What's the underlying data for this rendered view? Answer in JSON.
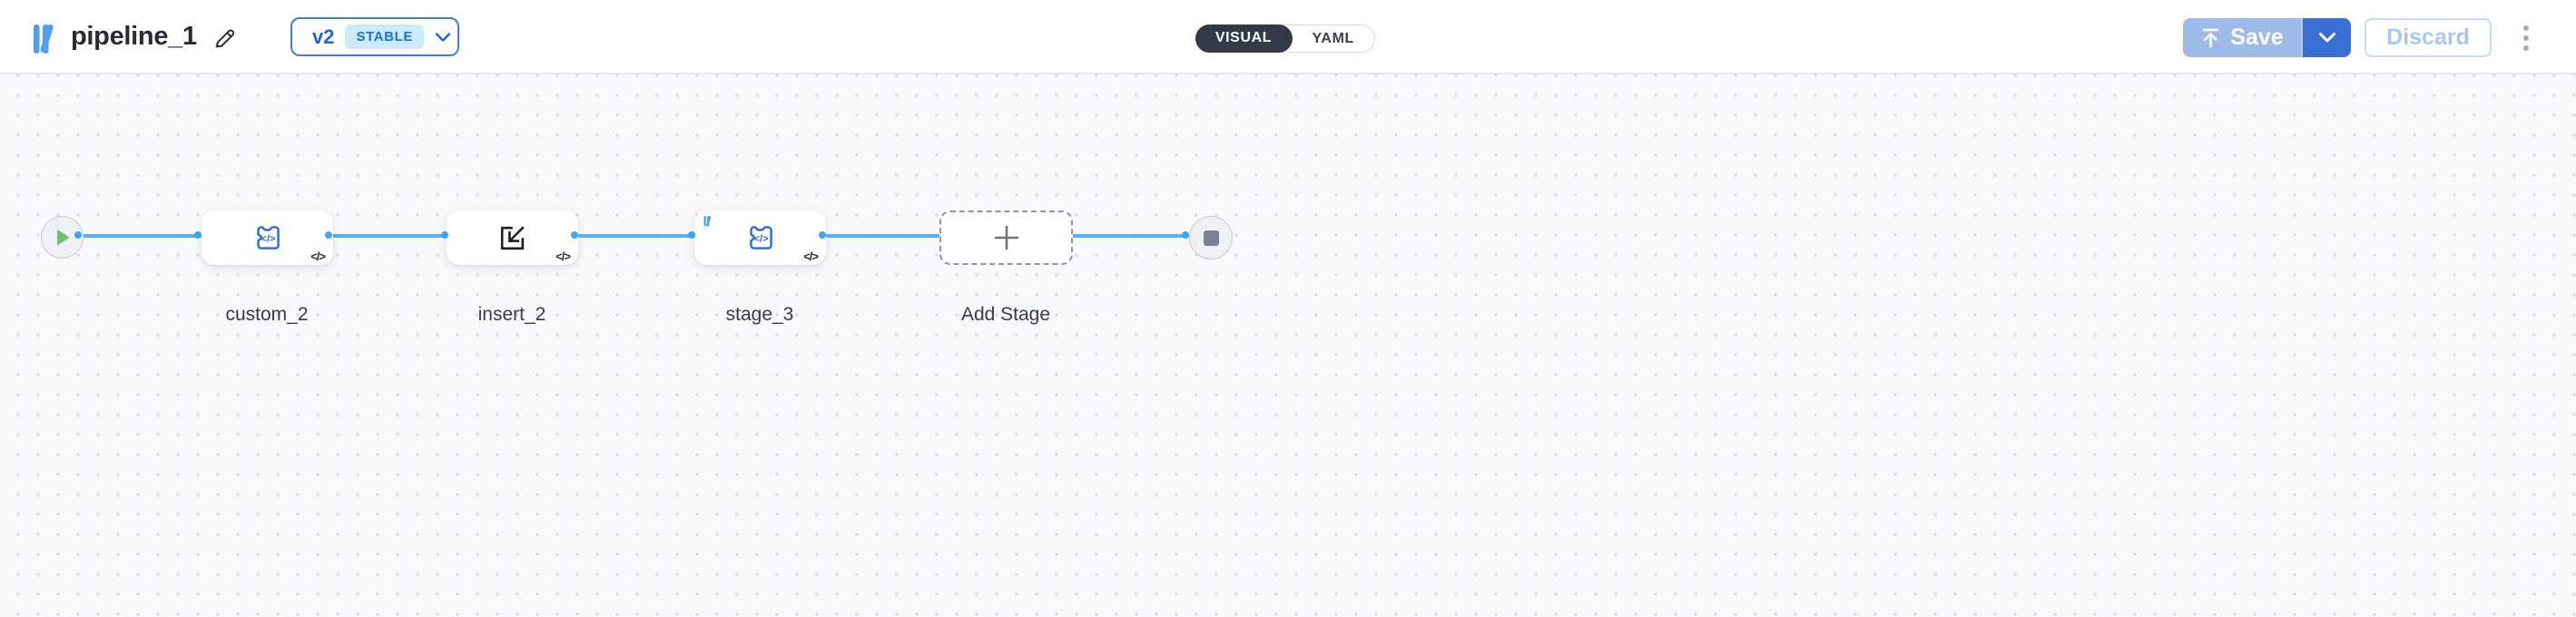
{
  "header": {
    "title": "pipeline_1",
    "version": {
      "label": "v2",
      "status_badge": "STABLE"
    },
    "view_toggle": {
      "visual": "VISUAL",
      "yaml": "YAML",
      "selected": "VISUAL"
    },
    "save_label": "Save",
    "discard_label": "Discard"
  },
  "pipeline": {
    "nodes": [
      {
        "type": "start"
      },
      {
        "type": "custom",
        "label": "custom_2",
        "icon": "puzzle-code-icon",
        "corner_badge": "</>"
      },
      {
        "type": "insert",
        "label": "insert_2",
        "icon": "import-icon",
        "corner_badge": "</>"
      },
      {
        "type": "stage",
        "label": "stage_3",
        "icon": "puzzle-code-icon",
        "corner_badge": "</>",
        "logo_badge": "true"
      },
      {
        "type": "add",
        "label": "Add Stage"
      },
      {
        "type": "end"
      }
    ]
  },
  "colors": {
    "accent_blue": "#3a70d6",
    "light_save_blue": "#9fbce9",
    "connector_blue": "#57b4ef",
    "node_icon_blue": "#2e6ad1",
    "logo_blue": "#4f9ff2",
    "play_green": "#6cbf6b",
    "canvas_bg": "#f8f9fb"
  }
}
